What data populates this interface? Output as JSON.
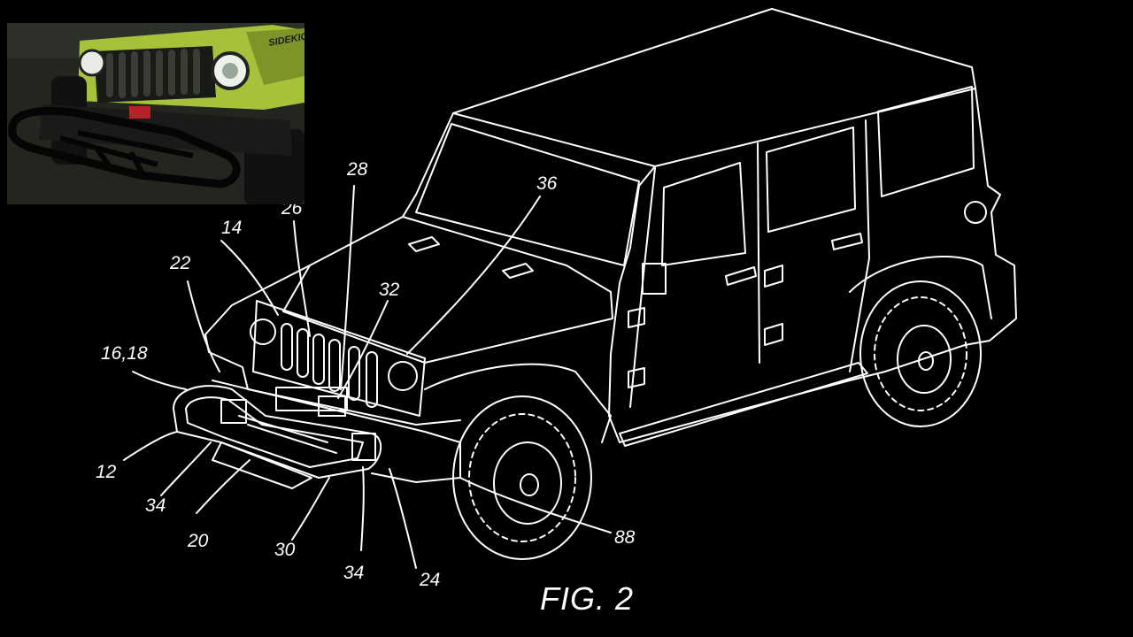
{
  "figure": {
    "caption": "FIG. 2"
  },
  "inset_photo": {
    "badge_text": "SIDEKICK"
  },
  "reference_labels": [
    {
      "id": "12",
      "text": "12"
    },
    {
      "id": "14",
      "text": "14"
    },
    {
      "id": "16-18",
      "text": "16,18"
    },
    {
      "id": "20",
      "text": "20"
    },
    {
      "id": "22",
      "text": "22"
    },
    {
      "id": "24",
      "text": "24"
    },
    {
      "id": "26",
      "text": "26"
    },
    {
      "id": "28",
      "text": "28"
    },
    {
      "id": "30",
      "text": "30"
    },
    {
      "id": "32",
      "text": "32"
    },
    {
      "id": "34a",
      "text": "34"
    },
    {
      "id": "34b",
      "text": "34"
    },
    {
      "id": "36",
      "text": "36"
    },
    {
      "id": "88",
      "text": "88"
    }
  ]
}
